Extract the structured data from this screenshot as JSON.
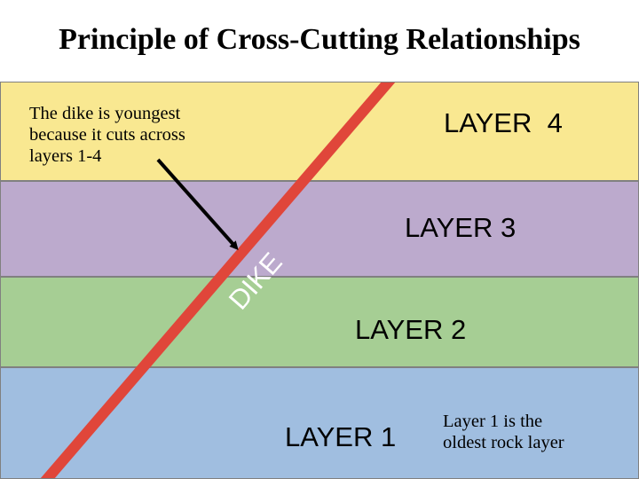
{
  "title": "Principle of Cross-Cutting Relationships",
  "layers": [
    {
      "id": "layer-4",
      "label": "LAYER  4",
      "color": "#F9E891"
    },
    {
      "id": "layer-3",
      "label": "LAYER 3",
      "color": "#BCAACD"
    },
    {
      "id": "layer-2",
      "label": "LAYER 2",
      "color": "#A6CE94"
    },
    {
      "id": "layer-1",
      "label": "LAYER 1",
      "color": "#A0BEE0"
    }
  ],
  "dike": {
    "label": "DIKE",
    "color": "#E0463A"
  },
  "notes": {
    "dike_youngest": [
      "The dike is youngest",
      "because it cuts across",
      "layers 1-4"
    ],
    "layer1_oldest": [
      "Layer 1 is the",
      "oldest rock layer"
    ]
  },
  "colors": {
    "border": "#808080",
    "arrow": "#000000"
  }
}
